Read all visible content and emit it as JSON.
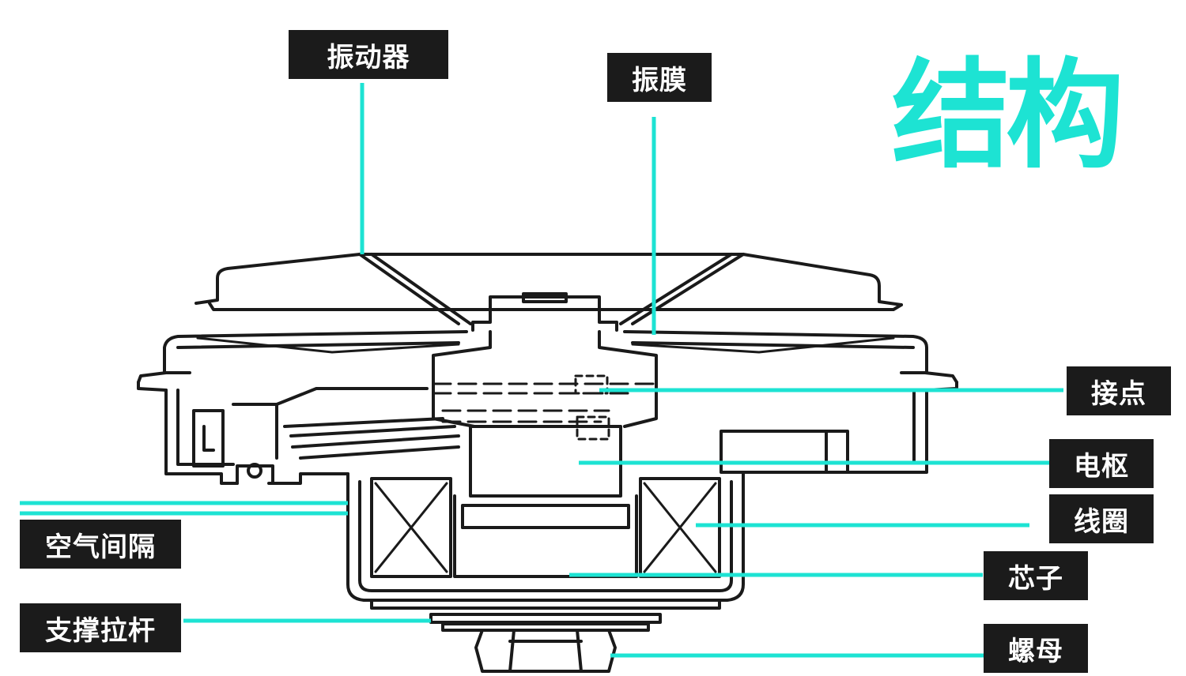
{
  "title": "结构",
  "labels": {
    "vibrator": "振动器",
    "diaphragm": "振膜",
    "contact": "接点",
    "armature": "电枢",
    "coil": "线圈",
    "core": "芯子",
    "nut": "螺母",
    "air_gap": "空气间隔",
    "support_rod": "支撑拉杆"
  },
  "colors": {
    "accent": "#1de3d3",
    "label_bg": "#1b1b1b",
    "label_text": "#ffffff",
    "line_art": "#1a1a1a"
  }
}
